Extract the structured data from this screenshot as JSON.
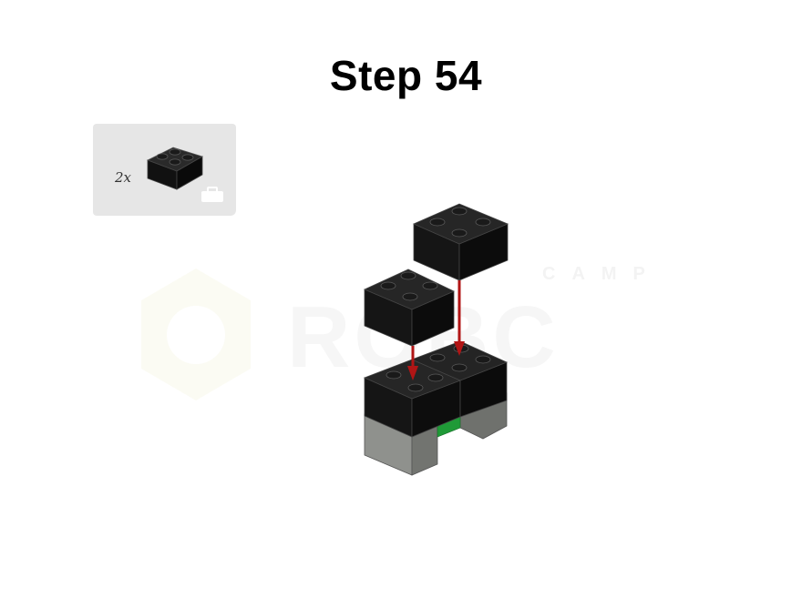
{
  "page": {
    "step_label": "Step 54"
  },
  "parts_list": {
    "items": [
      {
        "quantity": "2x",
        "part": "brick-2x2",
        "color": "#1a1a1a"
      }
    ],
    "icon": "toolbox-icon"
  },
  "watermark": {
    "line1": "CAMP",
    "line2": "ROBC"
  },
  "colors": {
    "black_brick": "#151515",
    "gray_brick": "#8f918d",
    "green_brick": "#1f9a37",
    "arrow": "#b11515",
    "parts_bg": "#e6e6e6"
  }
}
